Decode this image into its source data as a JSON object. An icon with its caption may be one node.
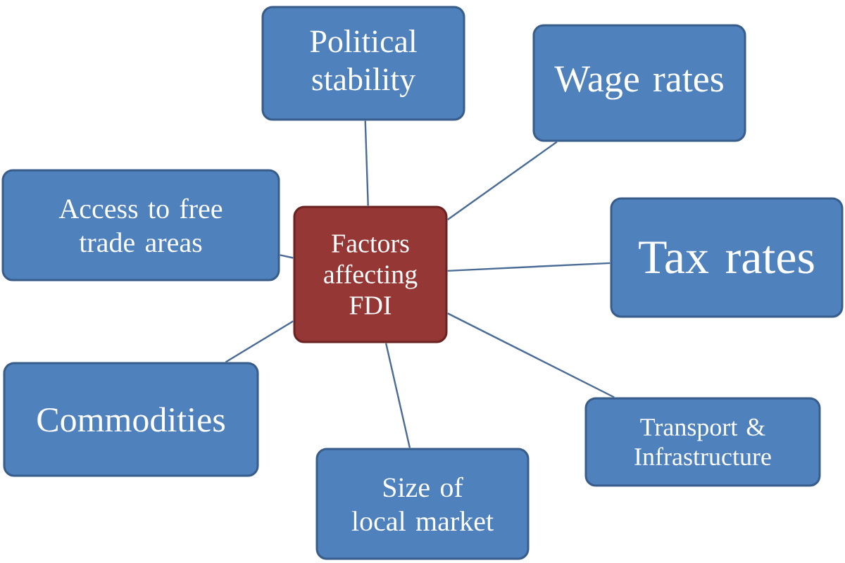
{
  "diagram": {
    "nodes": [
      {
        "text": [
          "Factors affecting FDI"
        ]
      },
      {
        "text": [
          "Political stability"
        ]
      },
      {
        "text": [
          "Wage rates"
        ]
      },
      {
        "text": [
          "Access to free trade areas"
        ]
      },
      {
        "text": [
          "Tax rates"
        ]
      },
      {
        "text": [
          "Commodities"
        ]
      },
      {
        "text": [
          "Size of local market"
        ]
      },
      {
        "text": [
          "Transport & Infrastructure"
        ]
      }
    ],
    "edges": [
      {
        "from": 0,
        "to": 1,
        "arrow": "none"
      },
      {
        "from": 0,
        "to": 2,
        "arrow": "none"
      },
      {
        "from": 0,
        "to": 3,
        "arrow": "none"
      },
      {
        "from": 0,
        "to": 4,
        "arrow": "none"
      },
      {
        "from": 0,
        "to": 5,
        "arrow": "none"
      },
      {
        "from": 0,
        "to": 6,
        "arrow": "none"
      },
      {
        "from": 0,
        "to": 7,
        "arrow": "none"
      }
    ]
  }
}
